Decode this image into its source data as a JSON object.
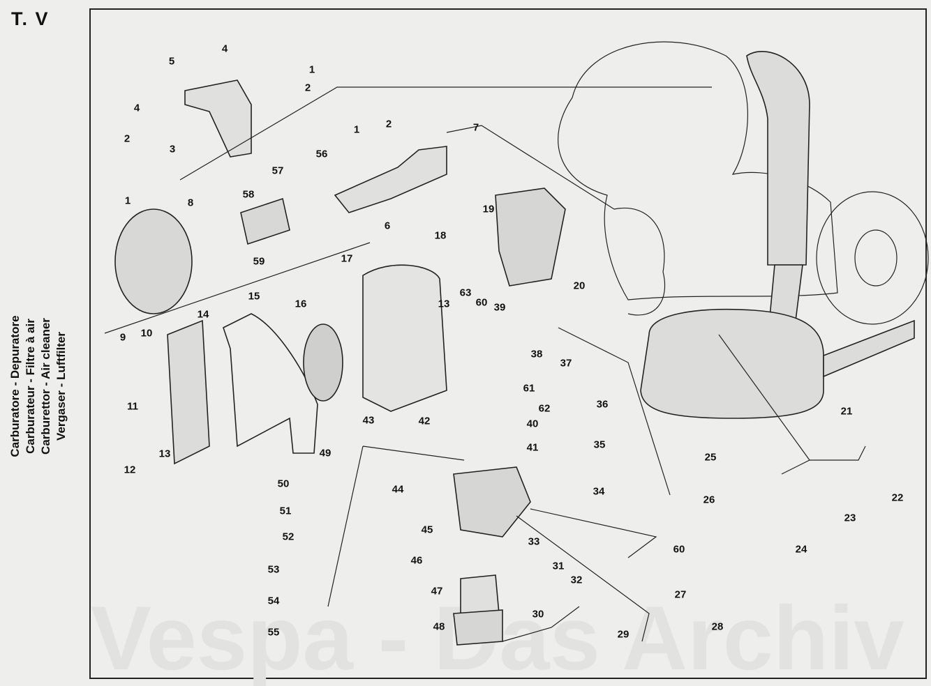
{
  "title": "T. V",
  "caption": [
    "Carburatore - Depuratore",
    "Carburateur - Filtre à air",
    "Carburettor - Air cleaner",
    "Vergaser - Luftfilter"
  ],
  "watermark": "Vespa - Das Archiv",
  "labels": [
    "1",
    "2",
    "4",
    "5",
    "4",
    "2",
    "3",
    "1",
    "1",
    "2",
    "7",
    "56",
    "57",
    "58",
    "6",
    "8",
    "19",
    "18",
    "59",
    "17",
    "15",
    "16",
    "14",
    "13",
    "63",
    "60",
    "39",
    "20",
    "9",
    "10",
    "11",
    "13",
    "12",
    "38",
    "37",
    "61",
    "36",
    "62",
    "43",
    "42",
    "40",
    "35",
    "41",
    "49",
    "50",
    "51",
    "52",
    "44",
    "34",
    "25",
    "26",
    "21",
    "22",
    "23",
    "24",
    "33",
    "45",
    "46",
    "60",
    "32",
    "31",
    "53",
    "54",
    "55",
    "47",
    "30",
    "27",
    "28",
    "48",
    "29"
  ]
}
